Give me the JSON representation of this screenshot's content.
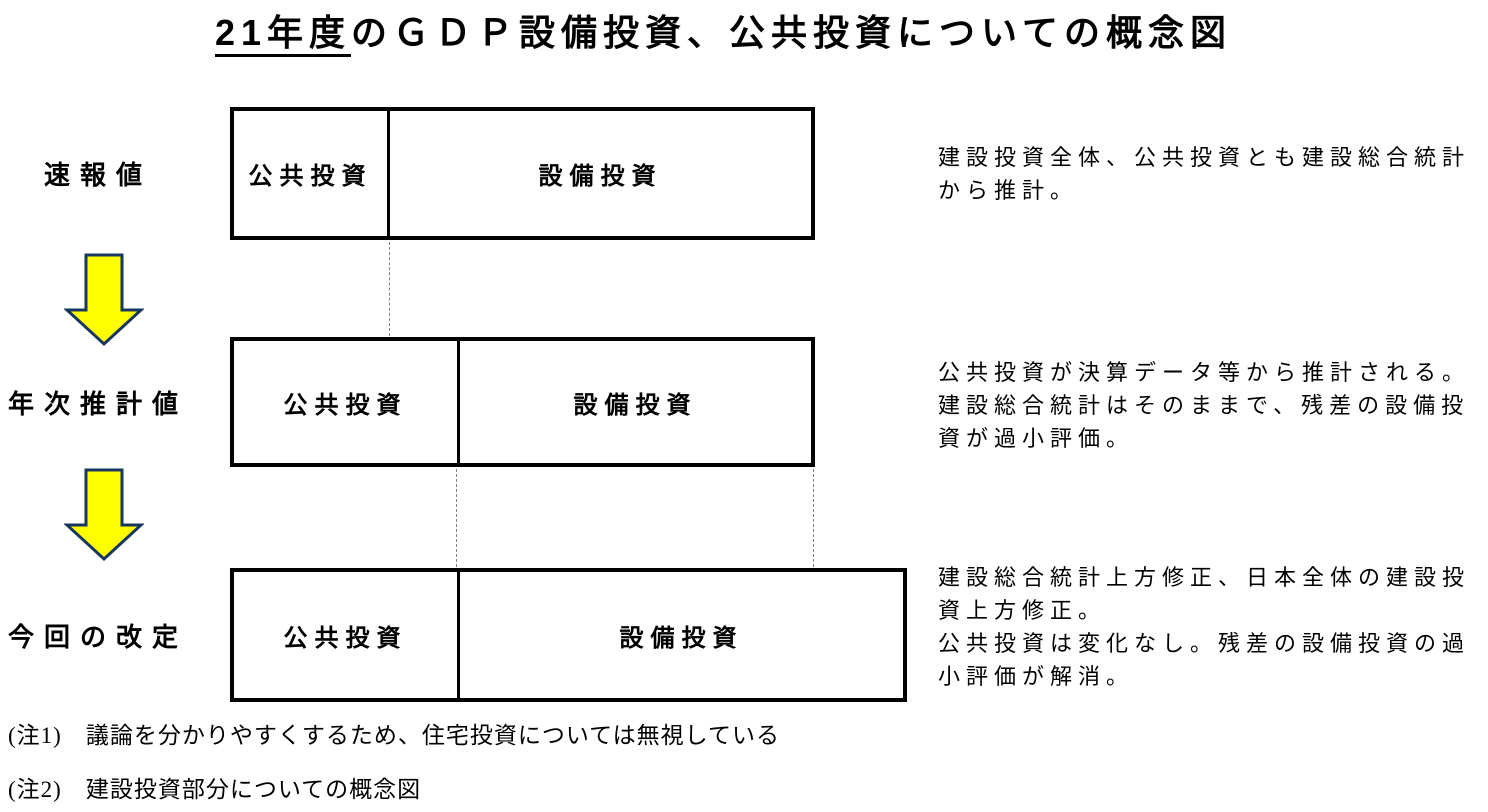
{
  "title": {
    "underlined": "21年度",
    "rest": "のＧＤＰ設備投資、公共投資についての概念図"
  },
  "rows": [
    {
      "stage_label": "速報値",
      "public_label": "公共投資",
      "equipment_label": "設備投資",
      "description": "建設投資全体、公共投資とも建設総合統計\nから推計。"
    },
    {
      "stage_label": "年次推計値",
      "public_label": "公共投資",
      "equipment_label": "設備投資",
      "description": "公共投資が決算データ等から推計される。\n建設総合統計はそのままで、残差の設備投\n資が過小評価。"
    },
    {
      "stage_label": "今回の改定",
      "public_label": "公共投資",
      "equipment_label": "設備投資",
      "description": "建設総合統計上方修正、日本全体の建設投\n資上方修正。\n公共投資は変化なし。残差の設備投資の過\n小評価が解消。"
    }
  ],
  "notes": [
    "(注1)　議論を分かりやすくするため、住宅投資については無視している",
    "(注2)　建設投資部分についての概念図"
  ],
  "icons": {
    "down_arrow": "down-arrow-icon"
  },
  "colors": {
    "arrow_fill": "#FFFF00",
    "arrow_outline": "#17375E",
    "box_border": "#000000",
    "dashed_line": "#808080"
  }
}
